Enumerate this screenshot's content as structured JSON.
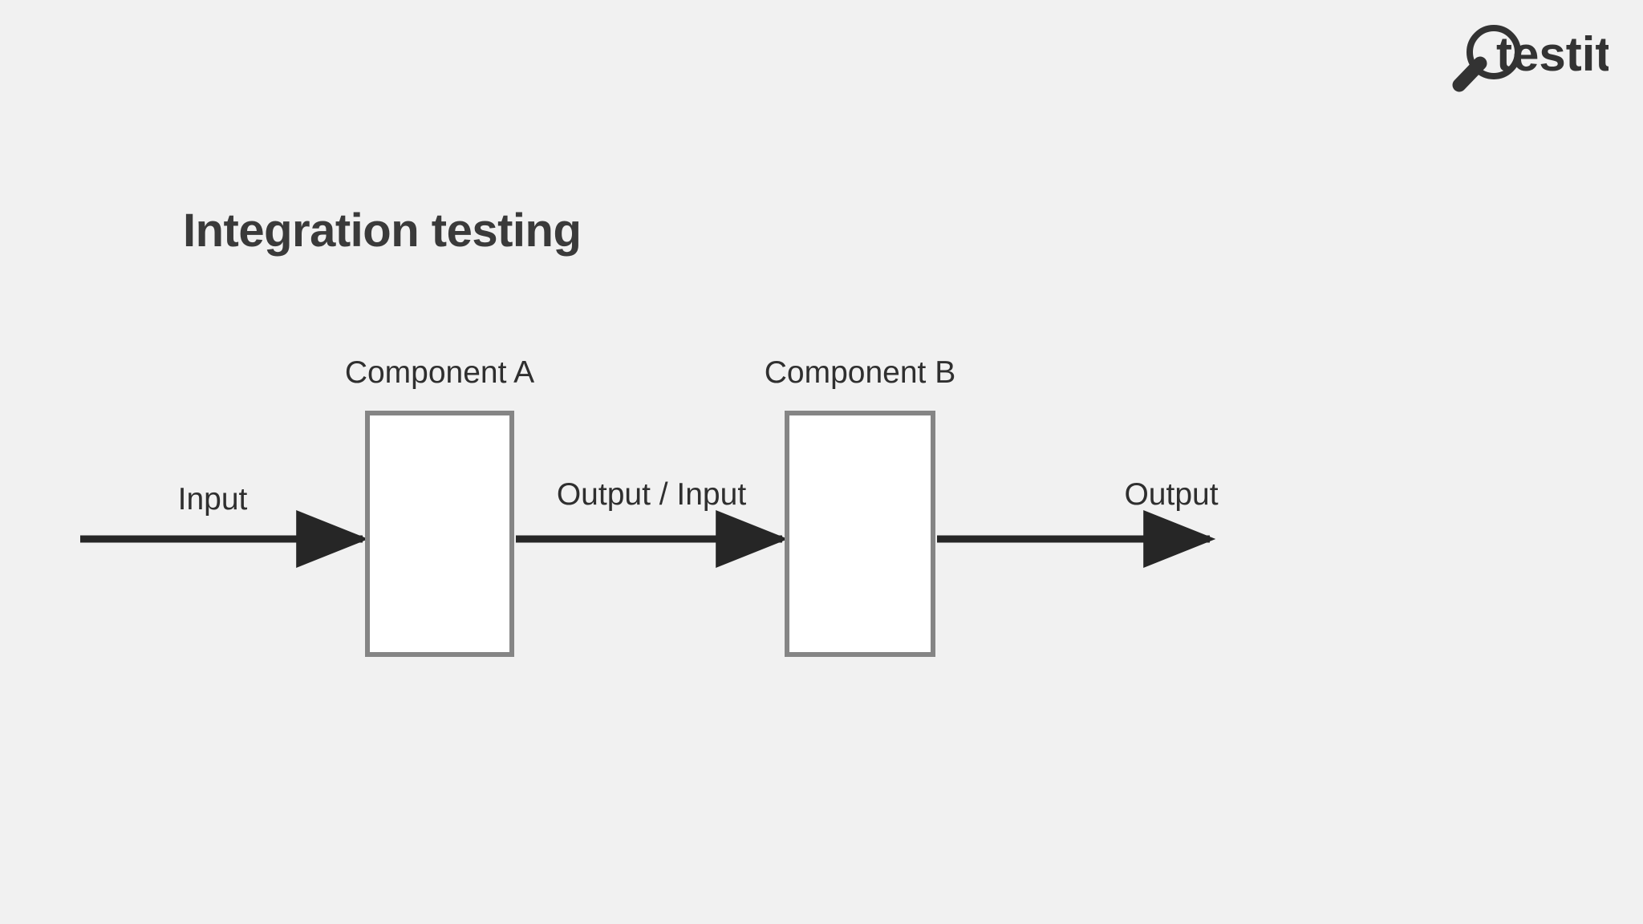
{
  "slide": {
    "background_color": "#f1f1f1",
    "title": "Integration testing",
    "title_color": "#3a3a3a"
  },
  "logo": {
    "brand_text": "testit",
    "icon": "magnifying-glass-icon",
    "color": "#333333"
  },
  "diagram": {
    "type": "flow",
    "box_border_color": "#858585",
    "box_fill_color": "#ffffff",
    "arrow_color": "#262626",
    "components": [
      {
        "caption": "Component A"
      },
      {
        "caption": "Component B"
      }
    ],
    "arrows": [
      {
        "label": "Input"
      },
      {
        "label": "Output / Input"
      },
      {
        "label": "Output"
      }
    ]
  }
}
